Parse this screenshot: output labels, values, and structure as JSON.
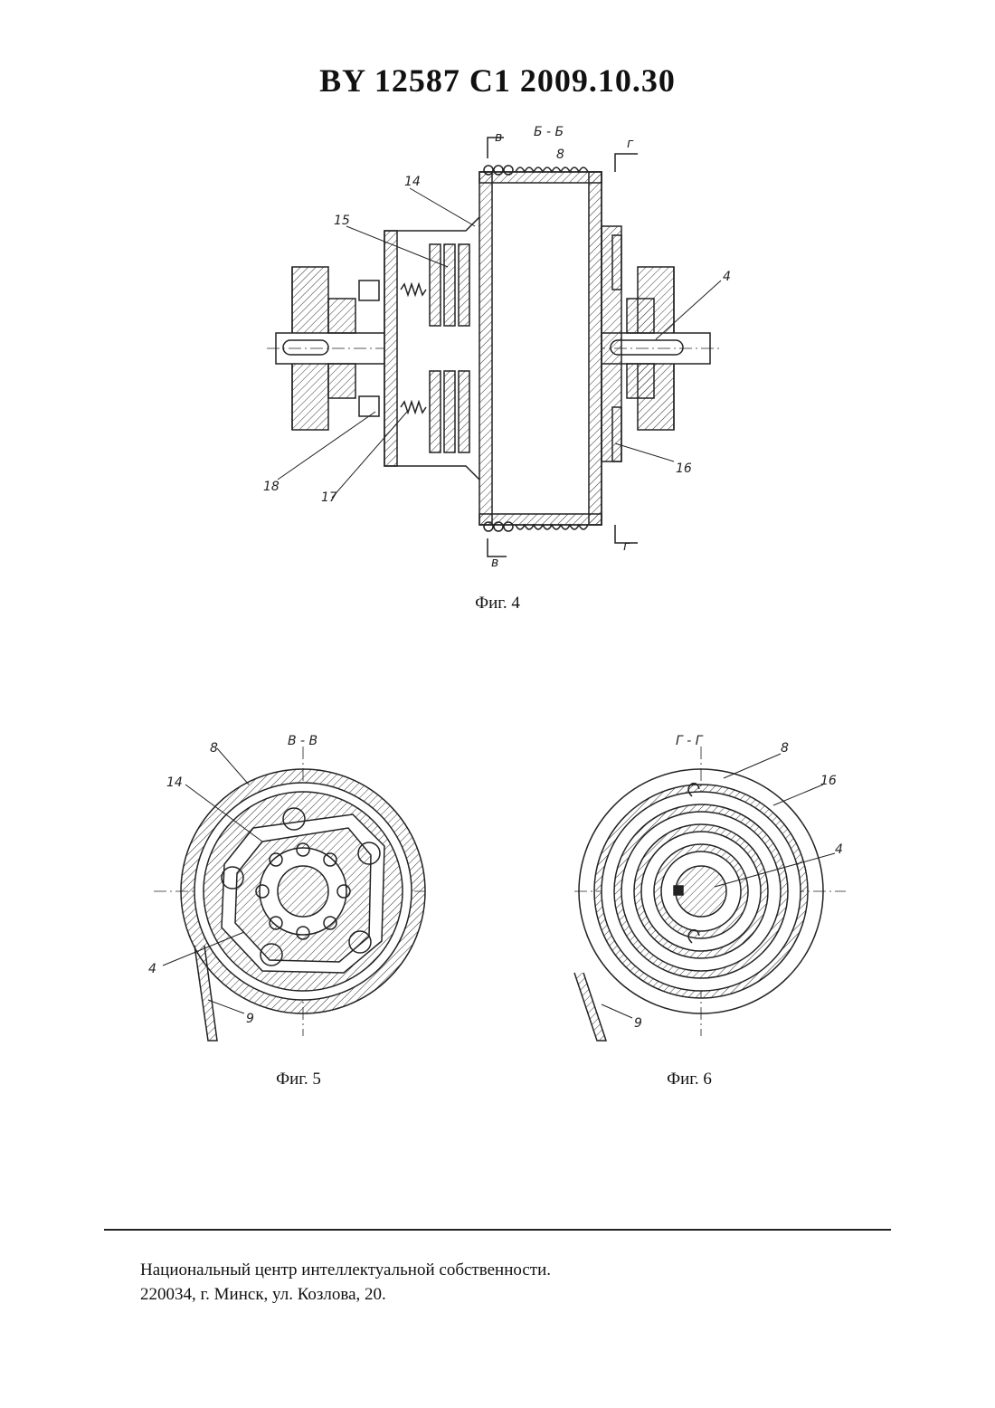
{
  "header": {
    "title": "BY  12587  C1  2009.10.30"
  },
  "figures": [
    {
      "caption": "Фиг. 4",
      "section_title": "Б - Б",
      "labels": [
        "в",
        "г",
        "8",
        "14",
        "15",
        "4",
        "16",
        "18",
        "17",
        "г",
        "в"
      ]
    },
    {
      "caption": "Фиг. 5",
      "section_title": "В - В",
      "labels": [
        "8",
        "14",
        "4",
        "9"
      ]
    },
    {
      "caption": "Фиг. 6",
      "section_title": "Г - Г",
      "labels": [
        "8",
        "16",
        "4",
        "9"
      ]
    }
  ],
  "footer": {
    "line1": "Национальный центр интеллектуальной собственности.",
    "line2": "220034, г. Минск, ул. Козлова, 20."
  }
}
